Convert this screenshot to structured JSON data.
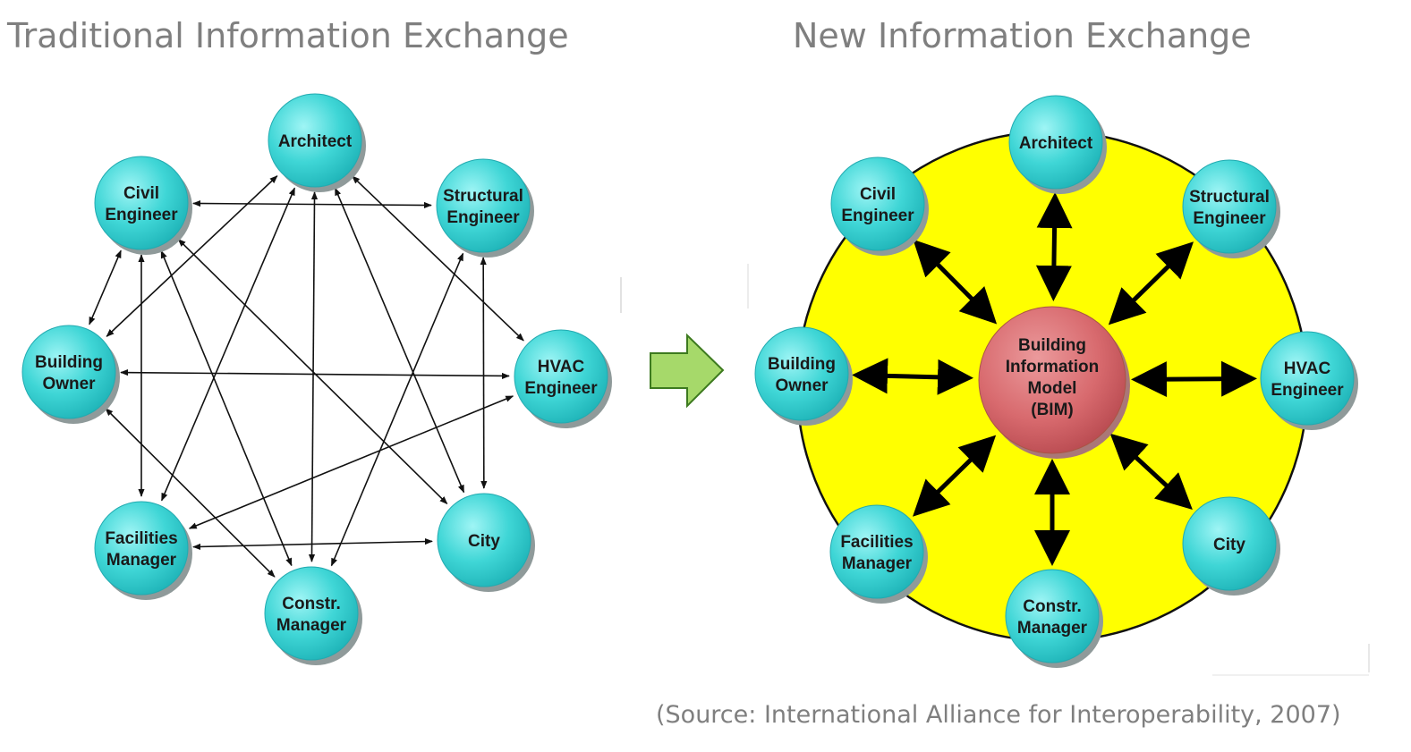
{
  "titles": {
    "left": "Traditional Information Exchange",
    "right": "New Information Exchange"
  },
  "source_note": "(Source: International Alliance for Interoperability, 2007)",
  "traditional": {
    "nodes": [
      {
        "id": "architect",
        "lines": [
          "Architect"
        ]
      },
      {
        "id": "civil",
        "lines": [
          "Civil",
          "Engineer"
        ]
      },
      {
        "id": "structural",
        "lines": [
          "Structural",
          "Engineer"
        ]
      },
      {
        "id": "owner",
        "lines": [
          "Building",
          "Owner"
        ]
      },
      {
        "id": "hvac",
        "lines": [
          "HVAC",
          "Engineer"
        ]
      },
      {
        "id": "facilities",
        "lines": [
          "Facilities",
          "Manager"
        ]
      },
      {
        "id": "city",
        "lines": [
          "City"
        ]
      },
      {
        "id": "constr",
        "lines": [
          "Constr.",
          "Manager"
        ]
      }
    ],
    "links": [
      [
        "civil",
        "structural"
      ],
      [
        "civil",
        "owner"
      ],
      [
        "civil",
        "facilities"
      ],
      [
        "civil",
        "constr"
      ],
      [
        "civil",
        "city"
      ],
      [
        "architect",
        "owner"
      ],
      [
        "architect",
        "facilities"
      ],
      [
        "architect",
        "constr"
      ],
      [
        "architect",
        "city"
      ],
      [
        "architect",
        "hvac"
      ],
      [
        "structural",
        "constr"
      ],
      [
        "structural",
        "city"
      ],
      [
        "owner",
        "hvac"
      ],
      [
        "owner",
        "constr"
      ],
      [
        "facilities",
        "hvac"
      ],
      [
        "facilities",
        "city"
      ]
    ]
  },
  "bim": {
    "center_lines": [
      "Building",
      "Information",
      "Model",
      "(BIM)"
    ],
    "nodes": [
      {
        "id": "architect",
        "lines": [
          "Architect"
        ]
      },
      {
        "id": "civil",
        "lines": [
          "Civil",
          "Engineer"
        ]
      },
      {
        "id": "structural",
        "lines": [
          "Structural",
          "Engineer"
        ]
      },
      {
        "id": "owner",
        "lines": [
          "Building",
          "Owner"
        ]
      },
      {
        "id": "hvac",
        "lines": [
          "HVAC",
          "Engineer"
        ]
      },
      {
        "id": "facilities",
        "lines": [
          "Facilities",
          "Manager"
        ]
      },
      {
        "id": "city",
        "lines": [
          "City"
        ]
      },
      {
        "id": "constr",
        "lines": [
          "Constr.",
          "Manager"
        ]
      }
    ]
  },
  "colors": {
    "node_fill": "#3fd6d6",
    "node_shadow": "#8f9a9a",
    "bim_fill": "#d86a6e",
    "yellow_disc": "#ffff00",
    "arrow_shape": "#a6d96a"
  }
}
